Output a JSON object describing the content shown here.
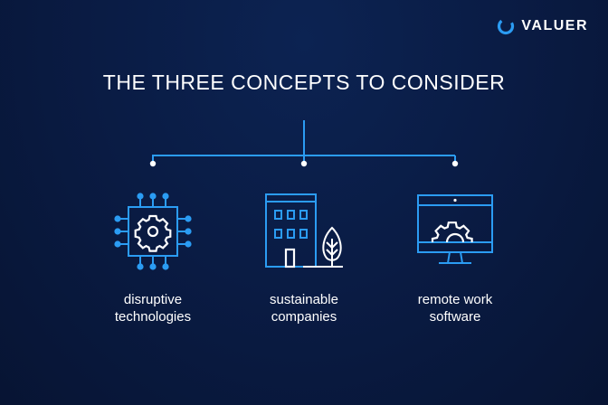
{
  "brand": {
    "name": "VALUER",
    "accent": "#2b9cf3"
  },
  "title": "THE THREE CONCEPTS TO CONSIDER",
  "concepts": [
    {
      "line1": "disruptive",
      "line2": "technologies",
      "icon": "microchip-gear-icon"
    },
    {
      "line1": "sustainable",
      "line2": "companies",
      "icon": "building-tree-icon"
    },
    {
      "line1": "remote work",
      "line2": "software",
      "icon": "monitor-gear-icon"
    }
  ],
  "colors": {
    "background": "#0a1c45",
    "text": "#ffffff",
    "lines": "#2b9cf3"
  }
}
